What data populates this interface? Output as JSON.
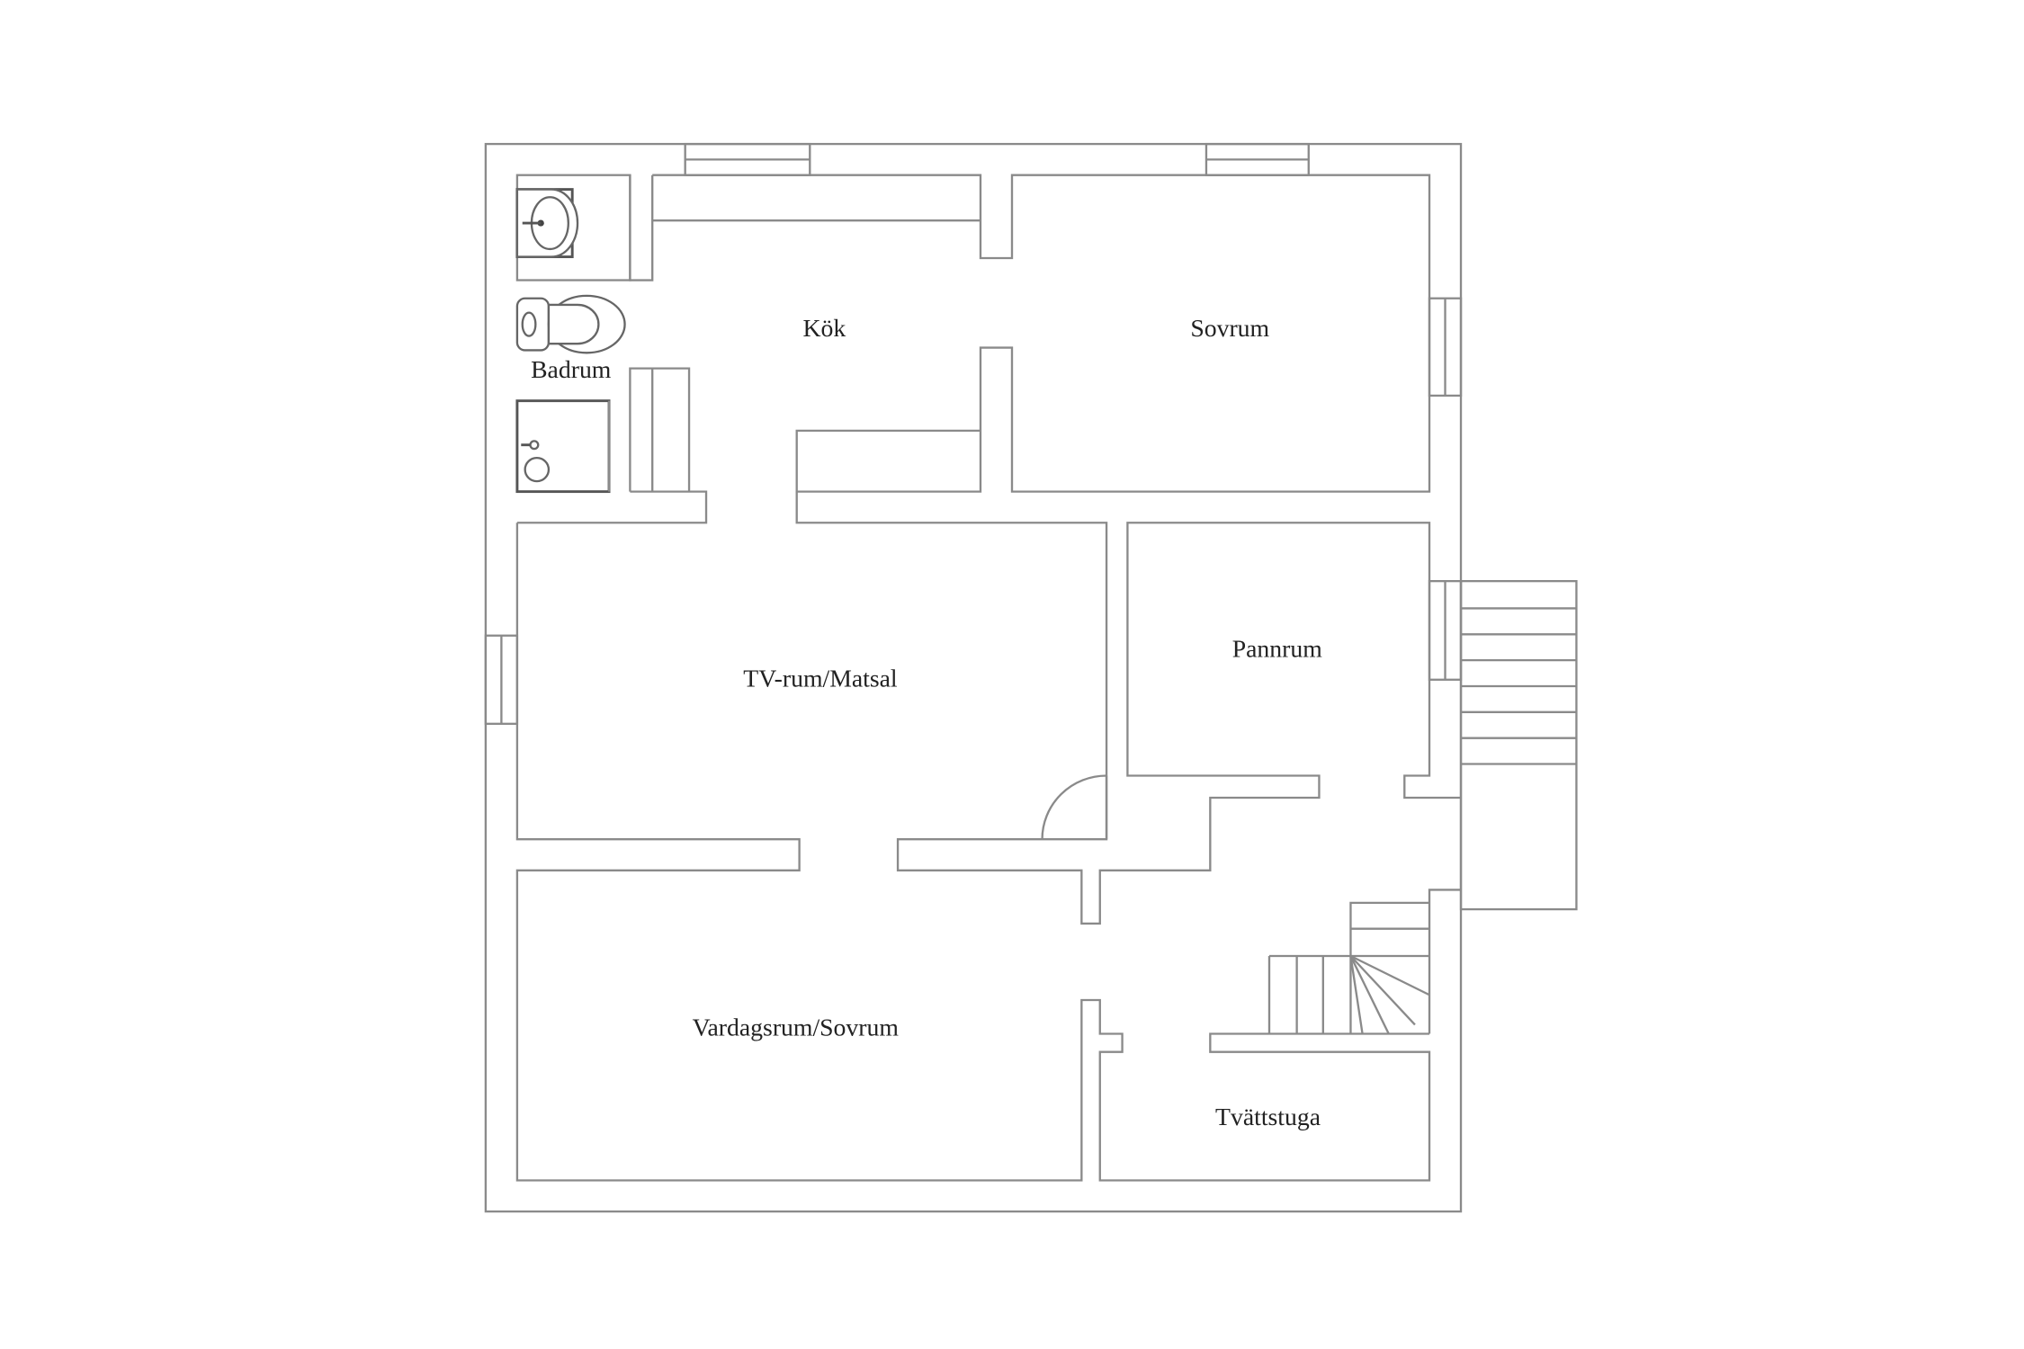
{
  "rooms": {
    "kok": "Kök",
    "sovrum": "Sovrum",
    "badrum": "Badrum",
    "tv": "TV-rum/Matsal",
    "pannrum": "Pannrum",
    "vardagsrum": "Vardagsrum/Sovrum",
    "tvattstuga": "Tvättstuga"
  },
  "icons": [
    "sink-icon",
    "toilet-icon",
    "shower-icon",
    "door-swing-icon",
    "stairs-icon"
  ]
}
